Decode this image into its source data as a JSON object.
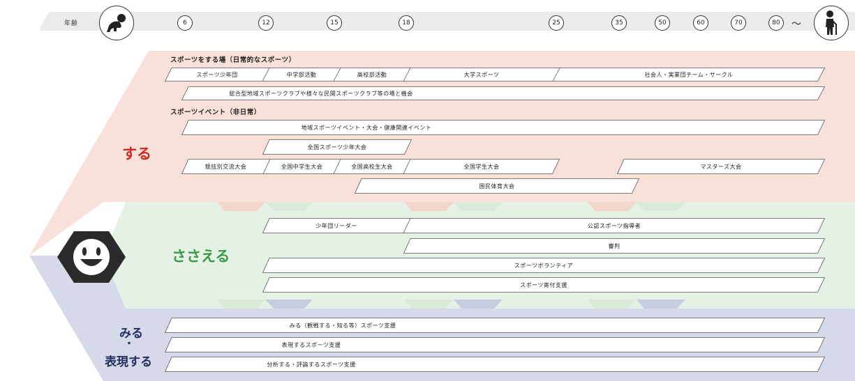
{
  "header": {
    "age_label": "年齢",
    "ages": [
      "6",
      "12",
      "15",
      "18",
      "25",
      "35",
      "50",
      "60",
      "70",
      "80"
    ],
    "tilde": "～",
    "start_icon": "crawling-baby-icon",
    "end_icon": "elderly-person-with-cane-icon"
  },
  "center_icon": "smiley-face-hexagon-icon",
  "colors": {
    "suru": "#cc2a2a",
    "sasaeru": "#3a9a4a",
    "miru": "#1f2e5c",
    "suru_bg": "#f9e0d8",
    "sasaeru_bg": "#e6f1e6",
    "miru_bg": "#d6d9e9",
    "timeline": "#ebebeb"
  },
  "suru": {
    "label": "する",
    "daily_title": "スポーツをする場（日常的なスポーツ）",
    "row1": [
      "スポーツ少年団",
      "中学部活動",
      "高校部活動",
      "大学スポーツ",
      "社会人・実業団チーム・サークル"
    ],
    "row2": "総合型地域スポーツクラブや様々な民間スポーツクラブ等の場と機会",
    "event_title": "スポーツイベント（非日常）",
    "event1": "地域スポーツイベント・大会・健康関連イベント",
    "event2": "全国スポーツ少年大会",
    "event3": [
      "競技別交流大会",
      "全国中学生大会",
      "全国高校生大会",
      "全国学生大会",
      "マスターズ大会"
    ],
    "event4": "国民体育大会"
  },
  "sasaeru": {
    "label": "ささえる",
    "row1": [
      "少年団リーダー",
      "公認スポーツ指導者"
    ],
    "row2": "審判",
    "row3": "スポーツボランティア",
    "row4": "スポーツ寄付支援"
  },
  "miru": {
    "label_line1": "みる",
    "label_dot": "・",
    "label_line2": "表現する",
    "rows": [
      "みる（観戦する・知る等）スポーツ支援",
      "表現するスポーツ支援",
      "分析する・評論するスポーツ支援"
    ]
  }
}
